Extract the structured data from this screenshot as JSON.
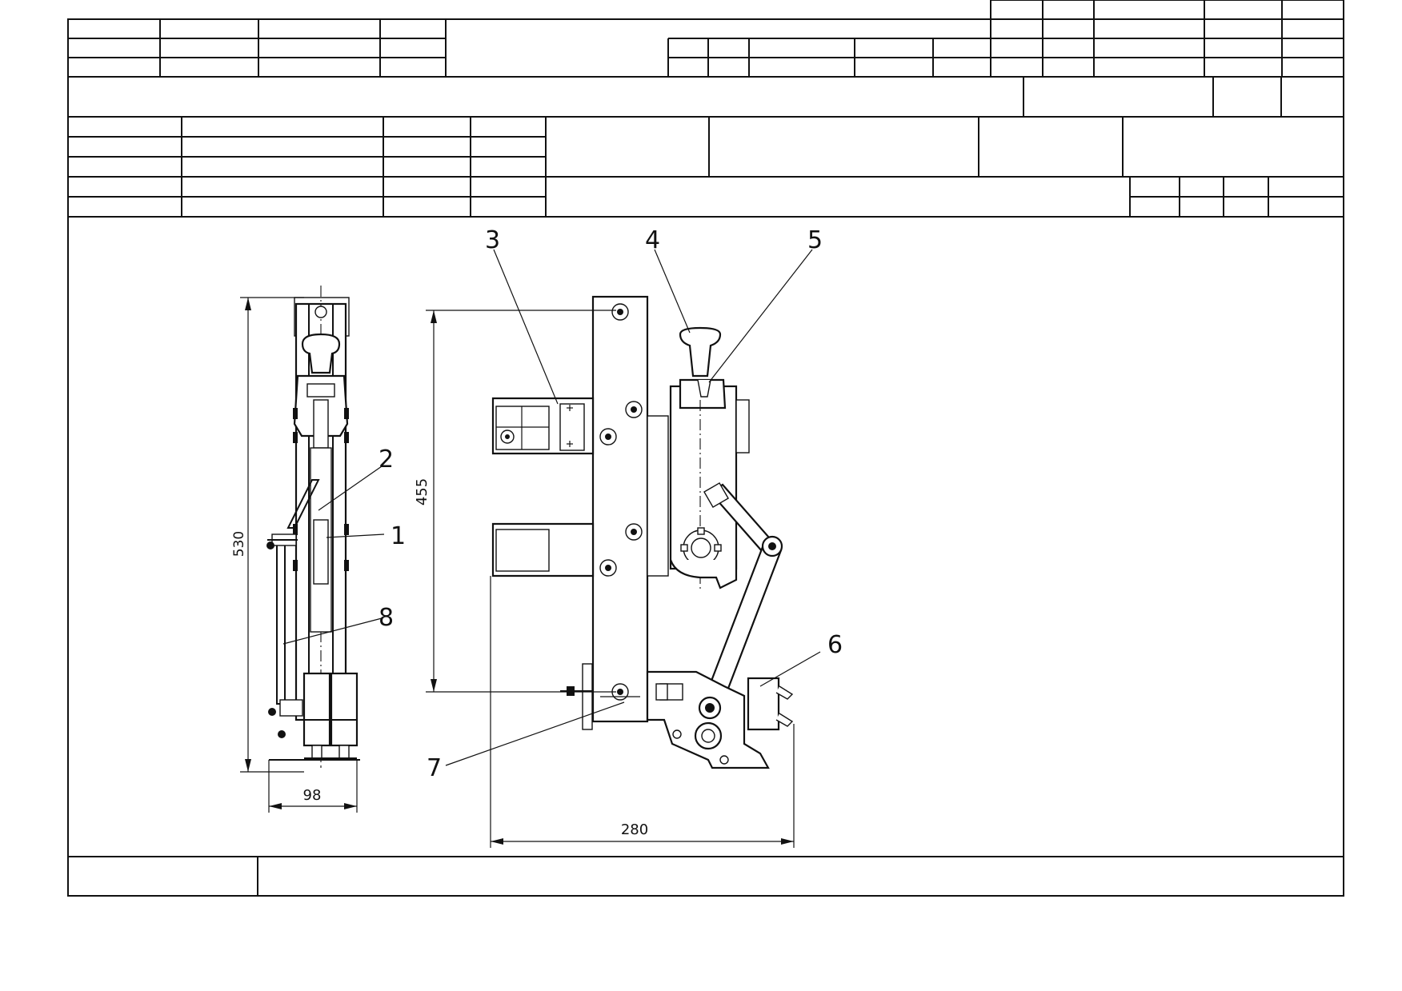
{
  "drawing": {
    "part_labels": [
      "1",
      "2",
      "3",
      "4",
      "5",
      "6",
      "7",
      "8"
    ],
    "dimensions": {
      "overall_height_side": "530",
      "width_side": "98",
      "height_front": "455",
      "width_front": "280"
    }
  }
}
